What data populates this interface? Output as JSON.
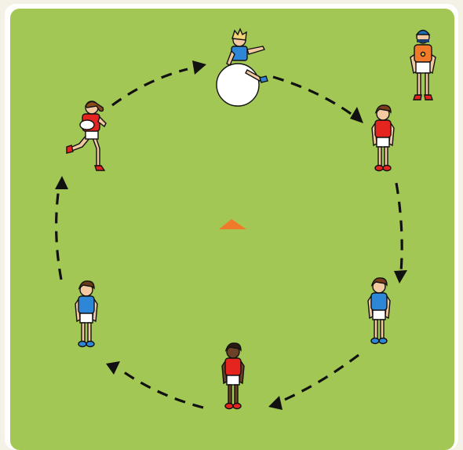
{
  "diagram": {
    "field_color": "#a3c754",
    "border_color": "#ffffff",
    "background_color": "#f4f1e6",
    "arrow_color": "#111111",
    "cone_color": "#f07a2a",
    "ball_color": "#ffffff",
    "coach": {
      "icon": "coach-icon",
      "shirt_color": "#f07a2a",
      "cap_color": "#1f6fb5"
    },
    "players": [
      {
        "id": "top-blue-on-ball",
        "icon": "player-on-ball-icon",
        "shirt_color": "#2e86d6",
        "hair_color": "#f2d675"
      },
      {
        "id": "upper-left-red-runner",
        "icon": "running-player-with-ball-icon",
        "shirt_color": "#e52420",
        "hair_color": "#8b4a1c"
      },
      {
        "id": "upper-right-red",
        "icon": "player-icon",
        "shirt_color": "#e52420",
        "hair_color": "#7a3d1a"
      },
      {
        "id": "lower-right-blue",
        "icon": "player-icon",
        "shirt_color": "#2e86d6",
        "hair_color": "#7a3d1a"
      },
      {
        "id": "bottom-red",
        "icon": "player-icon",
        "shirt_color": "#e52420",
        "hair_color": "#2b1a10"
      },
      {
        "id": "lower-left-blue",
        "icon": "player-icon",
        "shirt_color": "#2e86d6",
        "hair_color": "#6b3a18"
      }
    ]
  }
}
